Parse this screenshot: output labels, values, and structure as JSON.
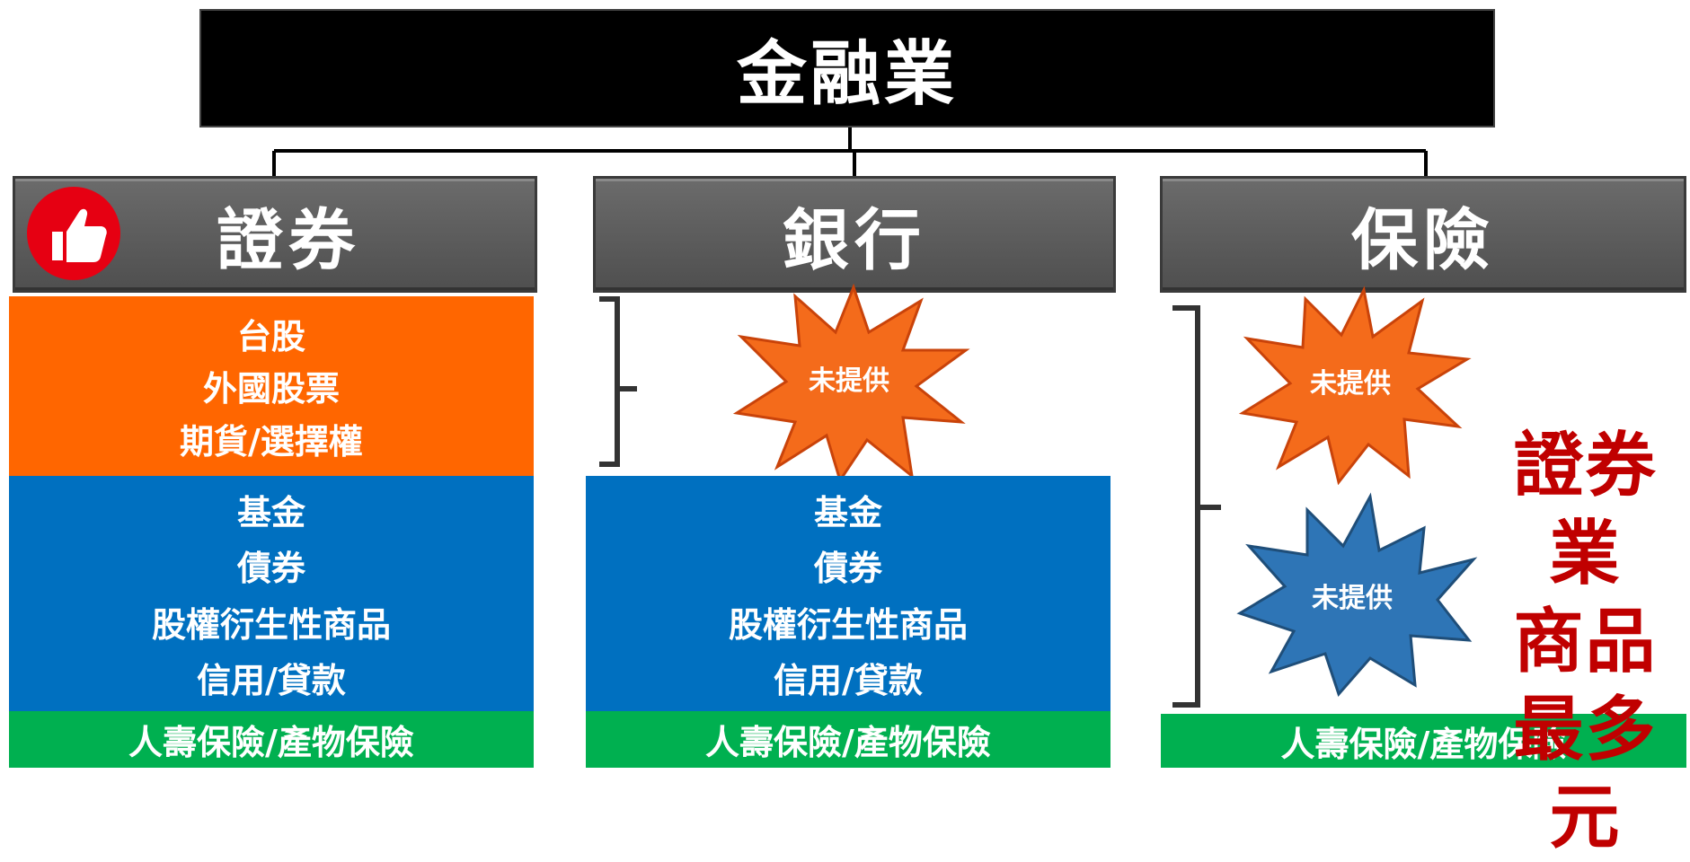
{
  "top_title": "金融業",
  "columns": [
    {
      "header": "證券",
      "orange_items": [
        "台股",
        "外國股票",
        "期貨/選擇權"
      ],
      "blue_items": [
        "基金",
        "債券",
        "股權衍生性商品",
        "信用/貸款"
      ],
      "green_item": "人壽保險/產物保險"
    },
    {
      "header": "銀行",
      "burst_label": "未提供",
      "blue_items": [
        "基金",
        "債券",
        "股權衍生性商品",
        "信用/貸款"
      ],
      "green_item": "人壽保險/產物保險"
    },
    {
      "header": "保險",
      "burst_labels": [
        "未提供",
        "未提供"
      ],
      "green_item": "人壽保險/產物保險"
    }
  ],
  "side_note": [
    "證券業",
    "商品",
    "最多元"
  ],
  "colors": {
    "orange": "#ff6600",
    "blue": "#0070c0",
    "green": "#00b050",
    "header_gray": "#595959",
    "highlight_red": "#c00000",
    "thumb_badge": "#e60012"
  },
  "icons": [
    "thumbs-up-icon"
  ]
}
